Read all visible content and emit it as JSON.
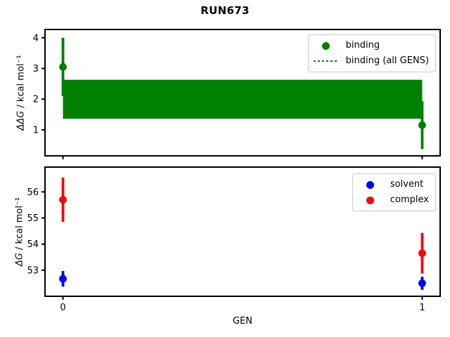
{
  "title": "RUN673",
  "chart_data": [
    {
      "type": "scatter",
      "subplot": "top",
      "ylabel": "ΔΔG / kcal mol⁻¹",
      "ylabel_math": "ΔΔG",
      "ylabel_rest": " / kcal mol⁻¹",
      "xlabel": "",
      "ylim": [
        0.15,
        4.27
      ],
      "yticks": [
        "1",
        "2",
        "3",
        "4"
      ],
      "ytick_values": [
        1,
        2,
        3,
        4
      ],
      "xlim": [
        -0.05,
        1.05
      ],
      "xticks": [
        "0",
        "1"
      ],
      "xtick_values": [
        0,
        1
      ],
      "grid": false,
      "legend_position": "upper right",
      "series": [
        {
          "name": "binding",
          "color": "#008000",
          "marker": "circle",
          "x": [
            0,
            1
          ],
          "y": [
            3.05,
            1.15
          ],
          "yerr": [
            0.95,
            0.78
          ]
        }
      ],
      "band": {
        "name": "binding (all GENS)",
        "color": "#008000",
        "x": [
          0,
          1
        ],
        "center": 2.0,
        "low": 1.36,
        "high": 2.63,
        "line_style": "dotted"
      },
      "legend_items": [
        {
          "label": "binding",
          "swatch": "dot",
          "color": "#008000"
        },
        {
          "label": "binding (all GENS)",
          "swatch": "dotted-line",
          "color": "#008000"
        }
      ]
    },
    {
      "type": "scatter",
      "subplot": "bottom",
      "ylabel": "ΔG / kcal mol⁻¹",
      "ylabel_math": "ΔG",
      "ylabel_rest": " / kcal mol⁻¹",
      "xlabel": "GEN",
      "ylim": [
        52.0,
        56.95
      ],
      "yticks": [
        "53",
        "54",
        "55",
        "56"
      ],
      "ytick_values": [
        53,
        54,
        55,
        56
      ],
      "xlim": [
        -0.05,
        1.05
      ],
      "xticks": [
        "0",
        "1"
      ],
      "xtick_values": [
        0,
        1
      ],
      "grid": false,
      "legend_position": "upper right",
      "series": [
        {
          "name": "solvent",
          "color": "#0000ff",
          "marker": "circle",
          "x": [
            0,
            1
          ],
          "y": [
            52.67,
            52.5
          ],
          "yerr": [
            0.3,
            0.25
          ]
        },
        {
          "name": "complex",
          "color": "#ff0000",
          "marker": "circle",
          "x": [
            0,
            1
          ],
          "y": [
            55.7,
            53.65
          ],
          "yerr": [
            0.85,
            0.78
          ]
        }
      ],
      "legend_items": [
        {
          "label": "solvent",
          "swatch": "dot",
          "color": "#0000ff"
        },
        {
          "label": "complex",
          "swatch": "dot",
          "color": "#ff0000"
        }
      ]
    }
  ],
  "colors": {
    "binding": "#008000",
    "solvent": "#0000ff",
    "complex": "#ff0000",
    "axes": "#000000",
    "legend_border": "#c9c9c9"
  }
}
